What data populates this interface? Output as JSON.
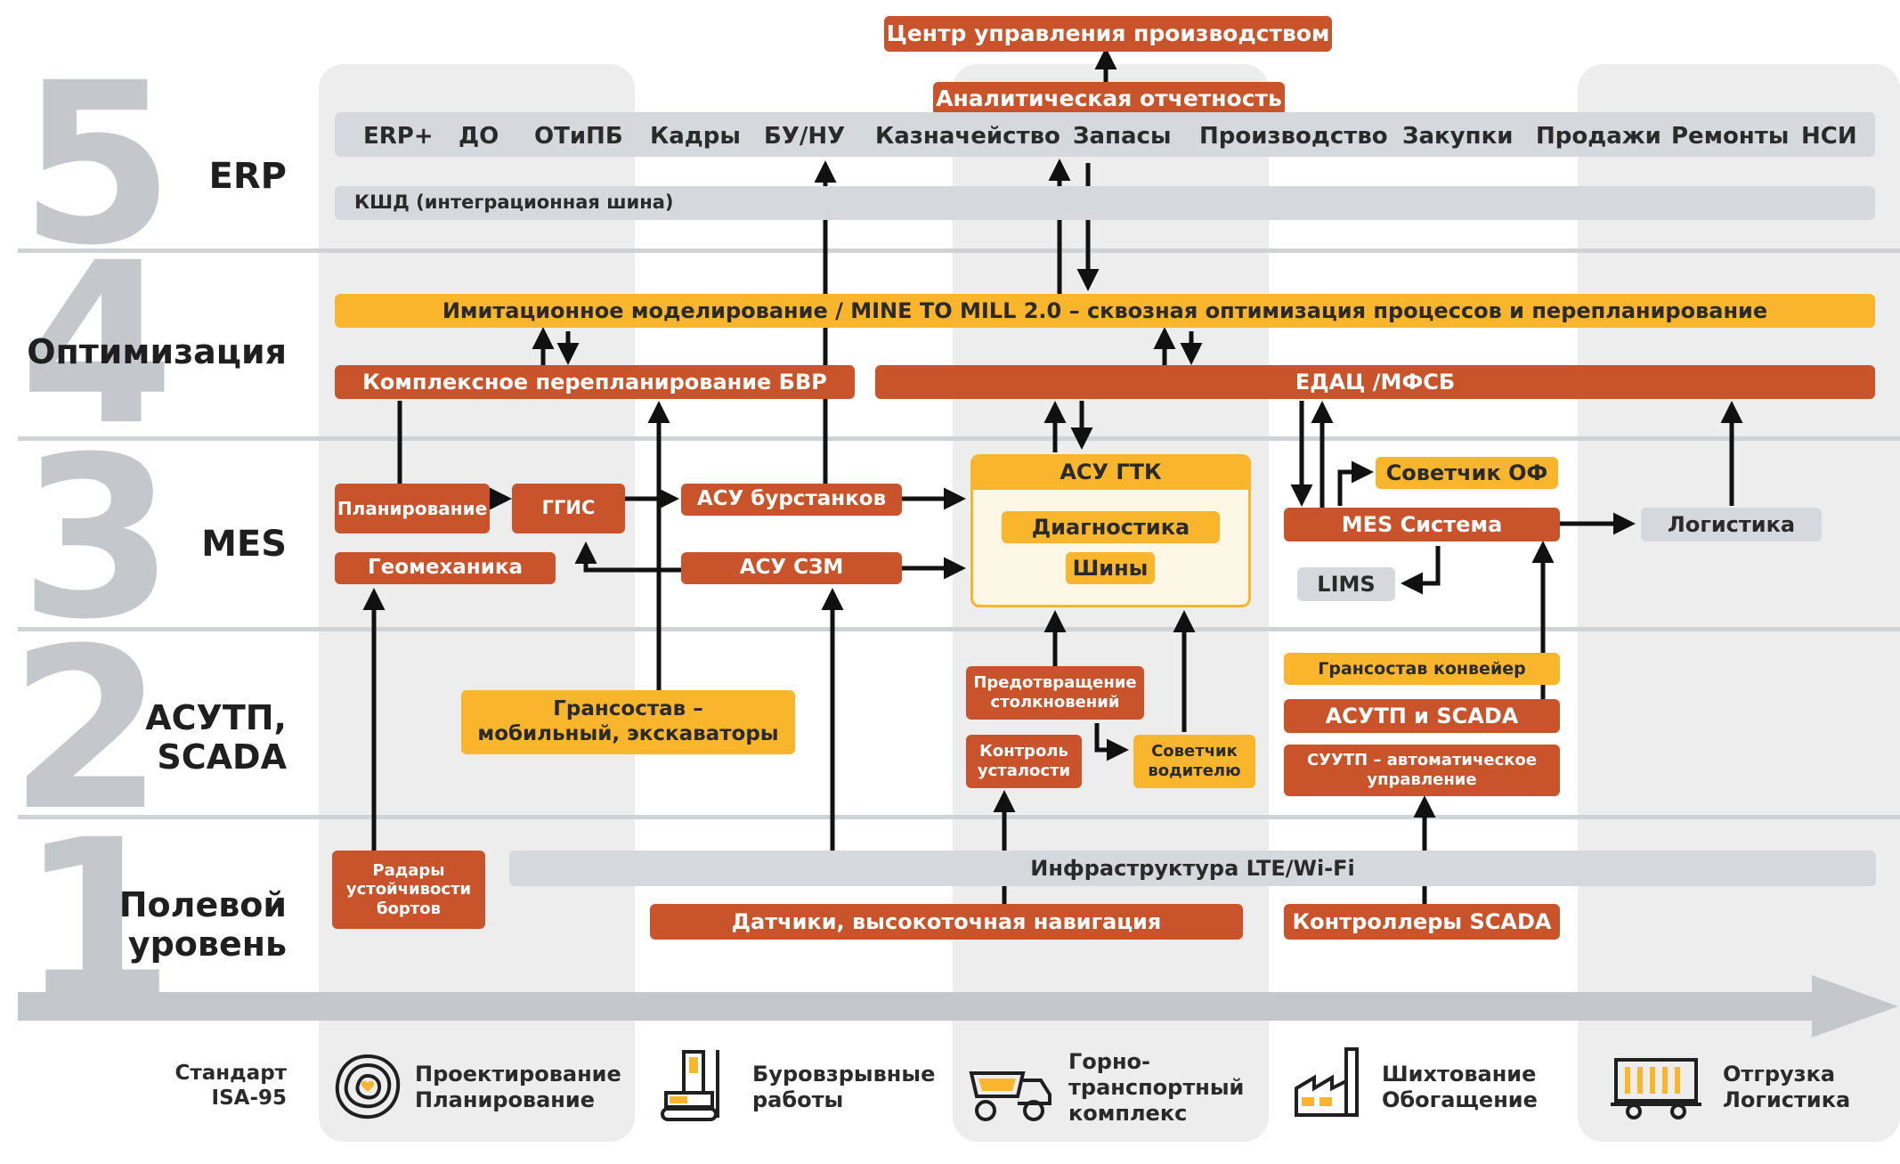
{
  "levels": [
    {
      "num": "5",
      "label": "ERP"
    },
    {
      "num": "4",
      "label": "Оптимизация"
    },
    {
      "num": "3",
      "label": "MES"
    },
    {
      "num": "2",
      "label": "АСУТП,\nSCADA"
    },
    {
      "num": "1",
      "label": "Полевой\nуровень"
    }
  ],
  "top": {
    "center": "Центр управления производством",
    "analytics": "Аналитическая отчетность"
  },
  "erp_items": [
    "ERP+",
    "ДО",
    "ОТиПБ",
    "Кадры",
    "БУ/НУ",
    "Казначейство",
    "Запасы",
    "Производство",
    "Закупки",
    "Продажи",
    "Ремонты",
    "НСИ"
  ],
  "kshd": "КШД (интеграционная шина)",
  "optimization": {
    "simulation": "Имитационное моделирование / MINE TO MILL 2.0 – сквозная оптимизация процессов и перепланирование",
    "bvr": "Комплексное перепланирование БВР",
    "edac": "ЕДАЦ /МФСБ"
  },
  "mes": {
    "planning": "Планирование",
    "ggis": "ГГИС",
    "drill": "АСУ бурстанков",
    "geomech": "Геомеханика",
    "szm": "АСУ СЗМ",
    "gtk": "АСУ ГТК",
    "diag": "Диагностика",
    "tires": "Шины",
    "mes_system": "MES Система",
    "advisor_of": "Советчик ОФ",
    "logistics": "Логистика",
    "lims": "LIMS"
  },
  "scada": {
    "transport_mobile": "Грансостав –\nмобильный, экскаваторы",
    "collision": "Предотвращение\nстолкновений",
    "fatigue": "Контроль\nусталости",
    "driver_advisor": "Советчик\nводителю",
    "conveyor": "Грансостав конвейер",
    "asutp_scada": "АСУТП и SCADA",
    "suutp": "СУУТП – автоматическое\nуправление"
  },
  "field": {
    "radars": "Радары\nустойчивости\nбортов",
    "infra": "Инфраструктура LTE/Wi-Fi",
    "sensors": "Датчики, высокоточная навигация",
    "controllers": "Контроллеры SCADA"
  },
  "standard": "Стандарт\nISA-95",
  "processes": [
    {
      "icon": "contour-map-icon",
      "label": "Проектирование\nПланирование"
    },
    {
      "icon": "drill-rig-icon",
      "label": "Буровзрывные\nработы"
    },
    {
      "icon": "dump-truck-icon",
      "label": "Горно-\nтранспортный\nкомплекс"
    },
    {
      "icon": "factory-icon",
      "label": "Шихтование\nОбогащение"
    },
    {
      "icon": "rail-car-icon",
      "label": "Отгрузка\nЛогистика"
    }
  ],
  "colors": {
    "red": "#c9532a",
    "yellow": "#f9b62d",
    "gray": "#d5d9dd",
    "column": "#ededed",
    "digits": "#c4c8cc"
  }
}
